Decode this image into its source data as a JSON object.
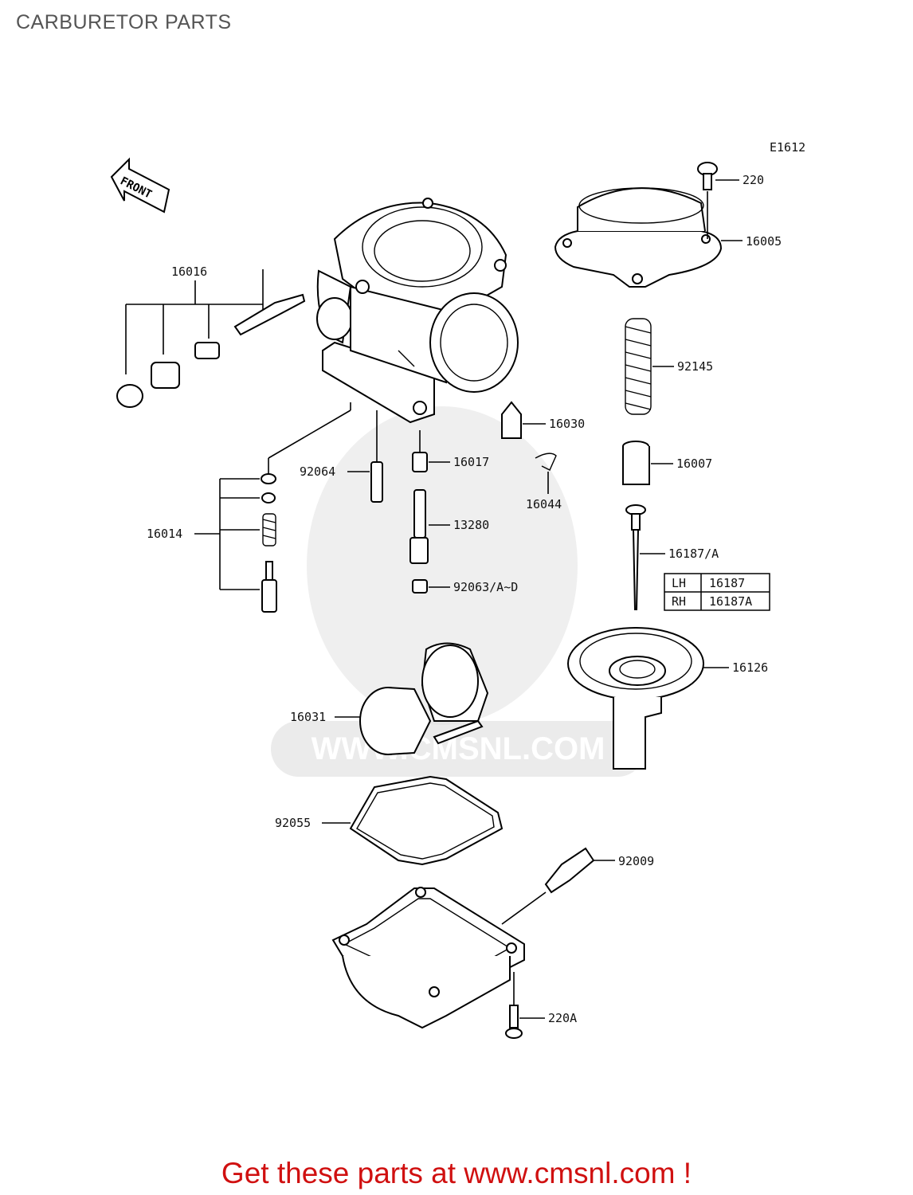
{
  "page": {
    "title": "CARBURETOR PARTS",
    "footer": "Get these parts at www.cmsnl.com !",
    "diagram_code": "E1612",
    "front_label": "FRONT",
    "watermark": "WWW.CMSNL.COM"
  },
  "colors": {
    "footer": "#d01010",
    "title": "#555555",
    "watermark": "#e2e2e2"
  },
  "labels": {
    "p220": "220",
    "p16005": "16005",
    "p16016": "16016",
    "p92145": "92145",
    "p16030": "16030",
    "p16017": "16017",
    "p92064": "92064",
    "p16007": "16007",
    "p16044": "16044",
    "p16014": "16014",
    "p13280": "13280",
    "p16187": "16187/A",
    "p92063": "92063/A~D",
    "p16126": "16126",
    "p16031": "16031",
    "p92055": "92055",
    "p92009": "92009",
    "p220A": "220A"
  },
  "legend_table": {
    "rows": [
      {
        "side": "LH",
        "part": "16187"
      },
      {
        "side": "RH",
        "part": "16187A"
      }
    ]
  }
}
